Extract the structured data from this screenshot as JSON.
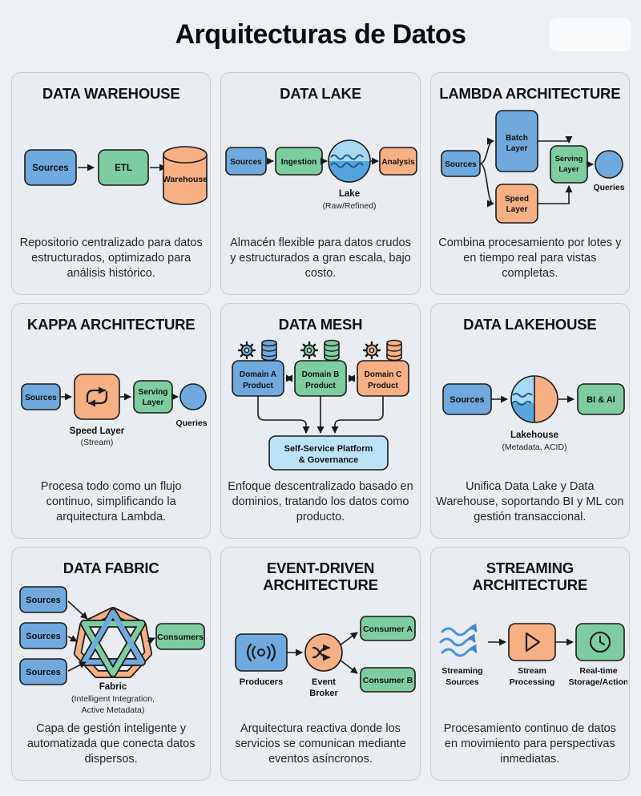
{
  "page": {
    "title": "Arquitecturas de Datos"
  },
  "colors": {
    "page_bg": "#EDF0F3",
    "card_bg": "#E9EDF1",
    "card_border": "#C7CED6",
    "blue": "#6FA9DE",
    "green": "#7ECDA0",
    "orange": "#F6B083",
    "platform_light_blue": "#BCE2F7",
    "lake_light": "#A9D8F2",
    "lake_dark": "#54A4DE",
    "wave_stroke": "#1D5B8C",
    "stream_arrow_blue": "#4A90D9",
    "outline": "#1A1A1A"
  },
  "cards": [
    {
      "title": "DATA WAREHOUSE",
      "description": "Repositorio centralizado para datos estructurados, optimizado para análisis histórico.",
      "labels": {
        "sources": "Sources",
        "etl": "ETL",
        "warehouse": "Warehouse"
      }
    },
    {
      "title": "DATA LAKE",
      "description": "Almacén flexible para datos crudos y estructurados a gran escala, bajo costo.",
      "labels": {
        "sources": "Sources",
        "ingestion": "Ingestion",
        "analysis": "Analysis",
        "lake": "Lake",
        "lake_sub": "(Raw/Refined)"
      }
    },
    {
      "title": "LAMBDA ARCHITECTURE",
      "description": "Combina procesamiento por lotes y en tiempo real para vistas completas.",
      "labels": {
        "sources": "Sources",
        "batch_l1": "Batch",
        "batch_l2": "Layer",
        "speed_l1": "Speed",
        "speed_l2": "Layer",
        "serving_l1": "Serving",
        "serving_l2": "Layer",
        "queries": "Queries"
      }
    },
    {
      "title": "KAPPA ARCHITECTURE",
      "description": "Procesa todo como un flujo continuo, simplificando la arquitectura Lambda.",
      "labels": {
        "sources": "Sources",
        "speed_label": "Speed Layer",
        "speed_sub": "(Stream)",
        "serving_l1": "Serving",
        "serving_l2": "Layer",
        "queries": "Queries"
      }
    },
    {
      "title": "DATA MESH",
      "description": "Enfoque descentralizado basado en dominios, tratando los datos como producto.",
      "labels": {
        "domain_a1": "Domain A",
        "domain_a2": "Product",
        "domain_b1": "Domain B",
        "domain_b2": "Product",
        "domain_c1": "Domain C",
        "domain_c2": "Product",
        "platform_l1": "Self-Service Platform",
        "platform_l2": "& Governance"
      }
    },
    {
      "title": "DATA LAKEHOUSE",
      "description": "Unifica Data Lake y Data Warehouse, soportando BI y ML con gestión transaccional.",
      "labels": {
        "sources": "Sources",
        "lakehouse": "Lakehouse",
        "lakehouse_sub": "(Metadata, ACID)",
        "bi_ai": "BI & AI"
      }
    },
    {
      "title": "DATA FABRIC",
      "description": "Capa de gestión inteligente y automatizada que conecta datos dispersos.",
      "labels": {
        "sources1": "Sources",
        "sources2": "Sources",
        "sources3": "Sources",
        "consumers": "Consumers",
        "fabric": "Fabric",
        "fabric_sub1": "(Intelligent Integration,",
        "fabric_sub2": "Active Metadata)"
      }
    },
    {
      "title": "EVENT-DRIVEN ARCHITECTURE",
      "description": "Arquitectura reactiva donde los servicios se comunican mediante eventos asíncronos.",
      "labels": {
        "producers": "Producers",
        "event_l1": "Event",
        "event_l2": "Broker",
        "consumer_a": "Consumer A",
        "consumer_b": "Consumer B"
      }
    },
    {
      "title": "STREAMING ARCHITECTURE",
      "description": "Procesamiento continuo de datos en movimiento para perspectivas inmediatas.",
      "labels": {
        "streaming_l1": "Streaming",
        "streaming_l2": "Sources",
        "stream_l1": "Stream",
        "stream_l2": "Processing",
        "realtime_l1": "Real-time",
        "realtime_l2": "Storage/Action"
      }
    }
  ]
}
